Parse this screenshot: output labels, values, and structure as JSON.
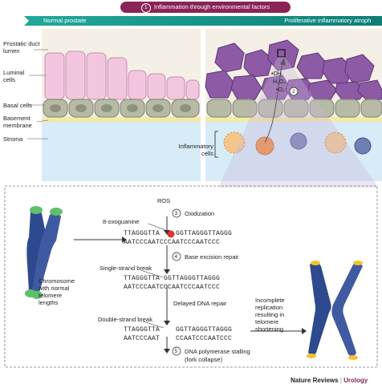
{
  "header": {
    "step_number": "1",
    "banner": "Inflammation through environmental factors",
    "left_label": "Normal prostate",
    "right_label": "Proliferative inflammatory atrophy"
  },
  "tissue_labels": {
    "lumen": "Prostatic duct lumen",
    "luminal": "Luminal cells",
    "basal": "Basal cells",
    "membrane": "Basement membrane",
    "stroma": "Stroma",
    "inflammatory": "Inflammatory cells",
    "ros_oh": "•OH",
    "ros_h2o2": "H₂O₂",
    "ros_o2": "•O₂⁻",
    "step2": "2"
  },
  "pathway": {
    "ros": "ROS",
    "step3": "3",
    "step3_label": "Oxidization",
    "oxoguanine": "8-oxoguanine",
    "seq1_top_a": "TTAGGGTTA",
    "seq1_top_b": "GGTTAGGGTTAGGG",
    "seq1_bottom": "AATCCCAATCCCAATCCCAATCCC",
    "step4": "4",
    "step4_label": "Base excision repair",
    "single_break": "Single-strand break",
    "seq2_top": "TTAGGGTTA GGTTAGGGTTAGGG",
    "seq2_bottom": "AATCCCAATCCCAATCCCAATCCC",
    "delayed": "Delayed DNA repair",
    "double_break": "Double-strand break",
    "seq3_top": "TTAGGGTTA    GGTTAGGGTTAGGG",
    "seq3_bottom": "AATCCCAAT    CCAATCCCAATCCC",
    "step5": "5",
    "step5_label_1": "DNA polymerase stalling",
    "step5_label_2": "(fork collapse)",
    "chromosome_left_1": "Chromosome",
    "chromosome_left_2": "with normal",
    "chromosome_left_3": "telomere",
    "chromosome_left_4": "lengths",
    "incomplete_1": "Incomplete",
    "incomplete_2": "replication",
    "incomplete_3": "resulting in",
    "incomplete_4": "telomere",
    "incomplete_5": "shortening"
  },
  "footer": {
    "journal": "Nature Reviews",
    "separator": " | ",
    "section": "Urology"
  },
  "colors": {
    "banner": "#8a2456",
    "gradient_start": "#21a89a",
    "gradient_end": "#0e7f76",
    "luminal_pink": "#f3c6df",
    "basal_grey": "#b7bba6",
    "stroma_blue": "#cfe6f4",
    "membrane_yellow": "#f4e9a8",
    "purple_cells": "#8d5aa6",
    "chromosome_blue": "#2e4a8e",
    "telomere_green": "#5fbf6b",
    "telomere_yellow": "#f2c22e",
    "oxo_red": "#e0332c"
  }
}
